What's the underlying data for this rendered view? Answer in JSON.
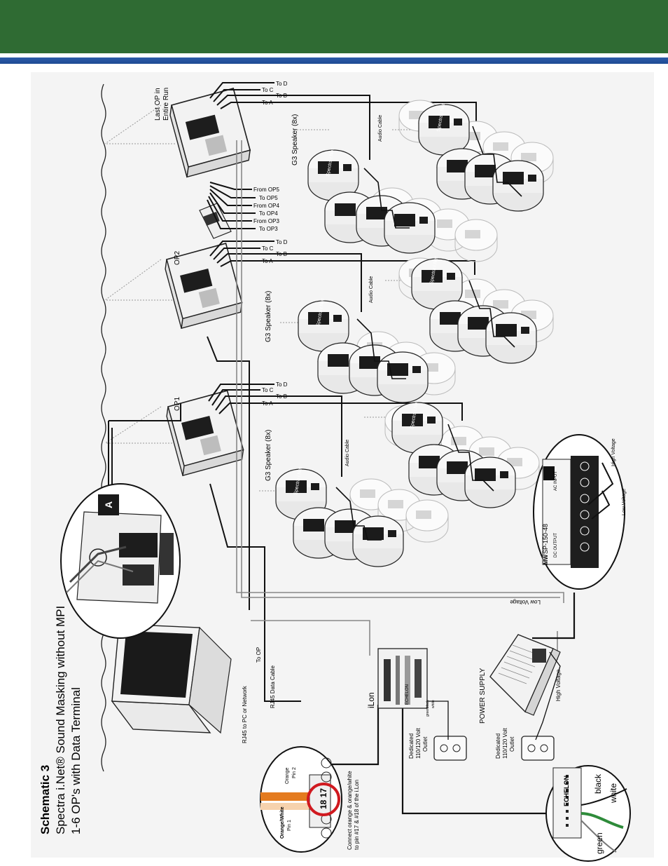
{
  "colors": {
    "header_green": "#2f6b33",
    "header_blue": "#1f4b94",
    "callout_red": "#d0191f",
    "wire_orange": "#e47b1f",
    "wire_green": "#2e8b3a"
  },
  "title": {
    "line1": "Schematic 3",
    "line2": "Spectra i.Net® Sound Masking without MPI",
    "line3": "1-6 OP's with Data Terminal"
  },
  "cable_labels": {
    "to_d": "To D",
    "to_c": "To C",
    "to_b": "To B",
    "to_a": "To A",
    "from_op5": "From OP5",
    "to_op5": "To OP5",
    "from_op4": "From OP4",
    "to_op4": "To OP4",
    "from_op3": "From OP3",
    "to_op3": "To OP3"
  },
  "op_labels": {
    "last_op_1": "Last OP in",
    "last_op_2": "Entire Run",
    "op2": "OP2",
    "op1": "OP1"
  },
  "speaker_labels": {
    "g3_last": "G3 Speaker (8x)",
    "g3_op2": "G3 Speaker (8x)",
    "g3_op1": "G3 Speaker (8x)",
    "audio_cable": "Audio Cable"
  },
  "device_labels": {
    "speaker_brand": "Spectra i.Net",
    "ilon": "iLon",
    "rj45_data": "RJ45 Data Cable",
    "to_op": "To OP",
    "rj45_pc": "RJ45 to PC or Network",
    "low_voltage": "Low Voltage",
    "low_voltage_2": "Low Voltage",
    "high_voltage": "High Voltage",
    "high_voltage_2": "High Voltage",
    "power_supply": "POWER SUPPLY",
    "dedicated_1": "Dedicated",
    "dedicated_2": "110/120 Volt",
    "dedicated_3": "Outlet",
    "dedicated_b1": "Dedicated",
    "dedicated_b2": "110/120 Volt",
    "dedicated_b3": "Outlet",
    "sp_model": "SP-150-48",
    "dc_output": "DC OUTPUT",
    "ac_input": "AC INPUT",
    "mw_logo": "MW",
    "terminal_a": "A",
    "echelon": "ECHELON",
    "ilon_echelon": "ECHELON",
    "black": "black",
    "white": "white",
    "green": "green",
    "small_black": "black",
    "small_white": "white",
    "small_green": "green"
  },
  "pin_callout": {
    "orange": "Orange",
    "pin2": "Pin 2",
    "orange_white": "Orange/White",
    "pin1": "Pin 1",
    "pin_numbers": "18 17",
    "instruction_1": "Connect orange & orange/white",
    "instruction_2": "to pin #17 & #18 of the i.Lon"
  }
}
